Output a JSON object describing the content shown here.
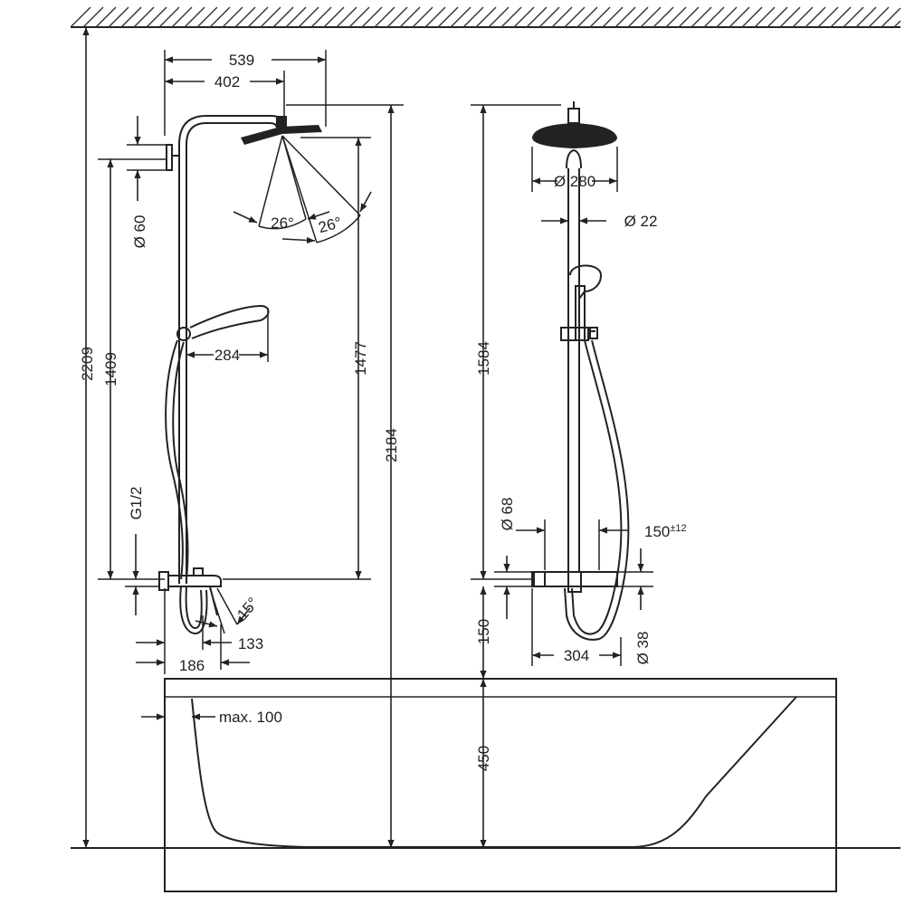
{
  "dimensions": {
    "d539": "539",
    "d402": "402",
    "dia60": "Ø 60",
    "a26_left": "26°",
    "a26_right": "26°",
    "d1477": "1477",
    "d2209": "2209",
    "d1409": "1409",
    "d284": "284",
    "d2184": "2184",
    "g12": "G1/2",
    "a15": "15°",
    "d133": "133",
    "d186": "186",
    "max100": "max. 100",
    "dia280": "Ø 280",
    "dia22": "Ø 22",
    "d1584": "1584",
    "dia68": "Ø 68",
    "d150_tol": "150",
    "tol12": "±12",
    "d150": "150",
    "d304": "304",
    "dia38": "Ø 38",
    "d450": "450"
  }
}
